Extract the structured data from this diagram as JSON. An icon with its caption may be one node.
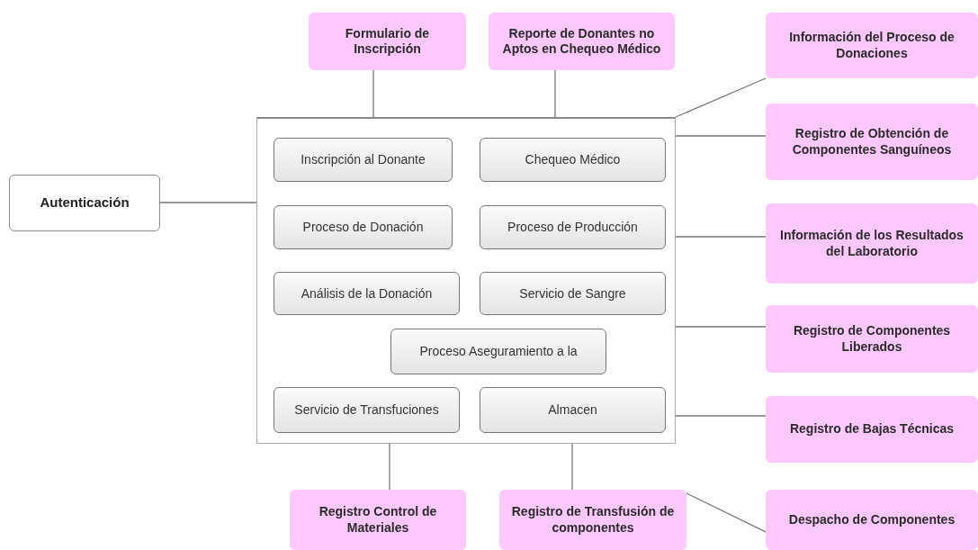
{
  "diagram": {
    "nodes": [
      {
        "text": [
          "Formulario de Inscripción"
        ]
      },
      {
        "text": [
          "Reporte de Donantes no Aptos en Chequeo Médico"
        ]
      },
      {
        "text": [
          "Información del Proceso de Donaciones"
        ]
      },
      {
        "text": [
          "Autenticación"
        ]
      },
      {
        "text": [],
        "shape": "box"
      },
      {
        "text": [
          "Inscripción al Donante"
        ],
        "in": 4
      },
      {
        "text": [
          "Chequeo Médico"
        ],
        "in": 4
      },
      {
        "text": [
          "Proceso de Donación"
        ],
        "in": 4
      },
      {
        "text": [
          "Proceso de Producción"
        ],
        "in": 4
      },
      {
        "text": [
          "Análisis de la Donación"
        ],
        "in": 4
      },
      {
        "text": [
          "Servicio de Sangre"
        ],
        "in": 4
      },
      {
        "text": [
          "Proceso Aseguramiento a la"
        ],
        "in": 4
      },
      {
        "text": [
          "Servicio de Transfuciones"
        ],
        "in": 4
      },
      {
        "text": [
          "Almacen"
        ],
        "in": 4
      },
      {
        "text": [
          "Registro de Obtención de Componentes Sanguíneos"
        ]
      },
      {
        "text": [
          "Información de los Resultados del Laboratorio"
        ]
      },
      {
        "text": [
          "Registro de Componentes Liberados"
        ]
      },
      {
        "text": [
          "Registro de Bajas Técnicas"
        ]
      },
      {
        "text": [
          "Registro Control de Materiales"
        ]
      },
      {
        "text": [
          "Registro de Transfusión de componentes"
        ]
      },
      {
        "text": [
          "Despacho de Componentes"
        ]
      }
    ],
    "edges": [
      {
        "from": 0,
        "to": 4,
        "arrow": "none"
      },
      {
        "from": 1,
        "to": 4,
        "arrow": "none"
      },
      {
        "from": 4,
        "to": 2,
        "arrow": "none"
      },
      {
        "from": 3,
        "to": 4,
        "arrow": "none"
      },
      {
        "from": 4,
        "to": 14,
        "arrow": "none"
      },
      {
        "from": 4,
        "to": 15,
        "arrow": "none"
      },
      {
        "from": 4,
        "to": 16,
        "arrow": "none"
      },
      {
        "from": 4,
        "to": 17,
        "arrow": "none"
      },
      {
        "from": 4,
        "to": 18,
        "arrow": "none"
      },
      {
        "from": 4,
        "to": 19,
        "arrow": "none"
      },
      {
        "from": 19,
        "to": 20,
        "arrow": "none"
      }
    ]
  }
}
